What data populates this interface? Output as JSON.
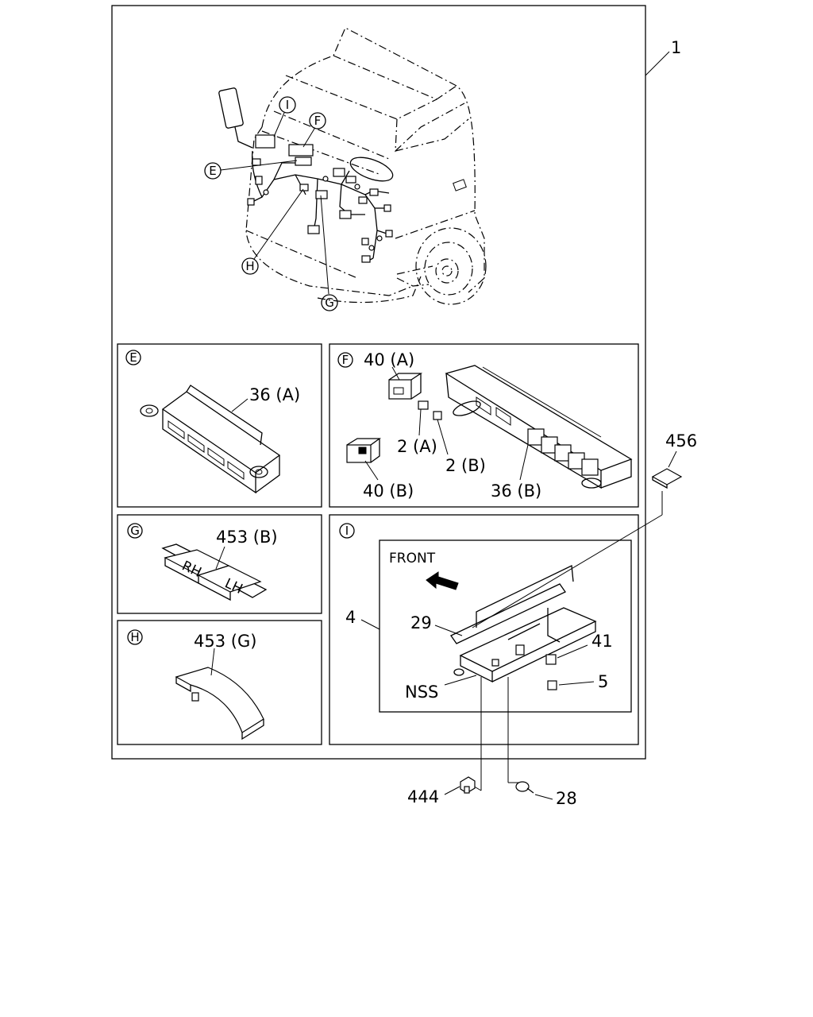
{
  "diagram": {
    "assembly_label": "1",
    "callouts_overview": {
      "I": "I",
      "F": "F",
      "E": "E",
      "H": "H",
      "G": "G"
    },
    "panel_E": {
      "tag": "E",
      "part": "36 (A)"
    },
    "panel_F": {
      "tag": "F",
      "parts": [
        "40 (A)",
        "2 (A)",
        "2 (B)",
        "40 (B)",
        "36 (B)"
      ]
    },
    "panel_G": {
      "tag": "G",
      "part": "453 (B)",
      "sticker_left": "RH",
      "sticker_right": "LH"
    },
    "panel_H": {
      "tag": "H",
      "part": "453 (G)"
    },
    "panel_I": {
      "tag": "I",
      "front_label": "FRONT",
      "parts": [
        "4",
        "29",
        "41",
        "5",
        "NSS"
      ]
    },
    "external_parts": [
      "456",
      "444",
      "28"
    ]
  }
}
